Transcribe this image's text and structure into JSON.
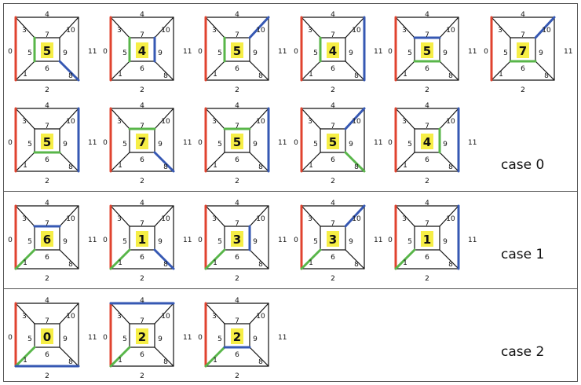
{
  "colors": {
    "red": "#e0432f",
    "green": "#58b649",
    "blue": "#3658b3",
    "black": "#111111",
    "highlight": "#f6ee46"
  },
  "edge_labels": {
    "top": "4",
    "left": "0",
    "right": "11",
    "bottom": "2",
    "tl_diag": "3",
    "tr_diag": "10",
    "bl_diag": "1",
    "br_diag": "8",
    "inner_top": "7",
    "inner_left": "5",
    "inner_right": "9",
    "inner_bottom": "6"
  },
  "cases": [
    {
      "label": "case 0",
      "cubes": [
        {
          "center": "5",
          "edges": {
            "0": "red",
            "5": "green",
            "8": "blue"
          }
        },
        {
          "center": "4",
          "edges": {
            "0": "red",
            "5": "green",
            "9": "blue"
          }
        },
        {
          "center": "5",
          "edges": {
            "0": "red",
            "5": "green",
            "10": "blue"
          }
        },
        {
          "center": "4",
          "edges": {
            "0": "red",
            "5": "green",
            "11": "blue"
          }
        },
        {
          "center": "5",
          "edges": {
            "0": "red",
            "6": "green",
            "7": "blue"
          }
        },
        {
          "center": "7",
          "edges": {
            "0": "red",
            "6": "green",
            "10": "blue"
          }
        },
        {
          "center": "5",
          "edges": {
            "0": "red",
            "6": "green",
            "11": "blue"
          }
        },
        {
          "center": "7",
          "edges": {
            "0": "red",
            "7": "green",
            "8": "blue"
          }
        },
        {
          "center": "5",
          "edges": {
            "0": "red",
            "7": "green",
            "11": "blue"
          }
        },
        {
          "center": "5",
          "edges": {
            "0": "red",
            "8": "green",
            "10": "blue"
          }
        },
        {
          "center": "4",
          "edges": {
            "0": "red",
            "9": "green",
            "11": "blue"
          }
        }
      ]
    },
    {
      "label": "case 1",
      "cubes": [
        {
          "center": "6",
          "edges": {
            "0": "red",
            "1": "green",
            "7": "blue"
          }
        },
        {
          "center": "1",
          "edges": {
            "0": "red",
            "1": "green",
            "8": "blue"
          }
        },
        {
          "center": "3",
          "edges": {
            "0": "red",
            "1": "green",
            "9": "blue"
          }
        },
        {
          "center": "3",
          "edges": {
            "0": "red",
            "1": "green",
            "10": "blue"
          }
        },
        {
          "center": "1",
          "edges": {
            "0": "red",
            "1": "green",
            "11": "blue"
          }
        }
      ]
    },
    {
      "label": "case 2",
      "cubes": [
        {
          "center": "0",
          "edges": {
            "0": "red",
            "1": "green",
            "2": "blue"
          }
        },
        {
          "center": "2",
          "edges": {
            "0": "red",
            "1": "green",
            "4": "blue"
          }
        },
        {
          "center": "2",
          "edges": {
            "0": "red",
            "1": "green",
            "6": "blue"
          }
        }
      ]
    }
  ]
}
